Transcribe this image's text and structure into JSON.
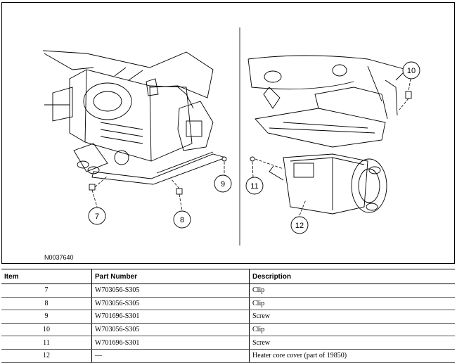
{
  "figure": {
    "id": "N0037640",
    "callouts": [
      {
        "num": "7",
        "item_ref": 0
      },
      {
        "num": "8",
        "item_ref": 1
      },
      {
        "num": "9",
        "item_ref": 2
      },
      {
        "num": "10",
        "item_ref": 3
      },
      {
        "num": "11",
        "item_ref": 4
      },
      {
        "num": "12",
        "item_ref": 5
      }
    ]
  },
  "table": {
    "headers": {
      "item": "Item",
      "part_number": "Part Number",
      "description": "Description"
    },
    "rows": [
      {
        "item": "7",
        "part_number": "W703056-S305",
        "description": "Clip"
      },
      {
        "item": "8",
        "part_number": "W703056-S305",
        "description": "Clip"
      },
      {
        "item": "9",
        "part_number": "W701696-S301",
        "description": "Screw"
      },
      {
        "item": "10",
        "part_number": "W703056-S305",
        "description": "Clip"
      },
      {
        "item": "11",
        "part_number": "W701696-S301",
        "description": "Screw"
      },
      {
        "item": "12",
        "part_number": "—",
        "description": "Heater core cover (part of 19850)"
      }
    ]
  }
}
